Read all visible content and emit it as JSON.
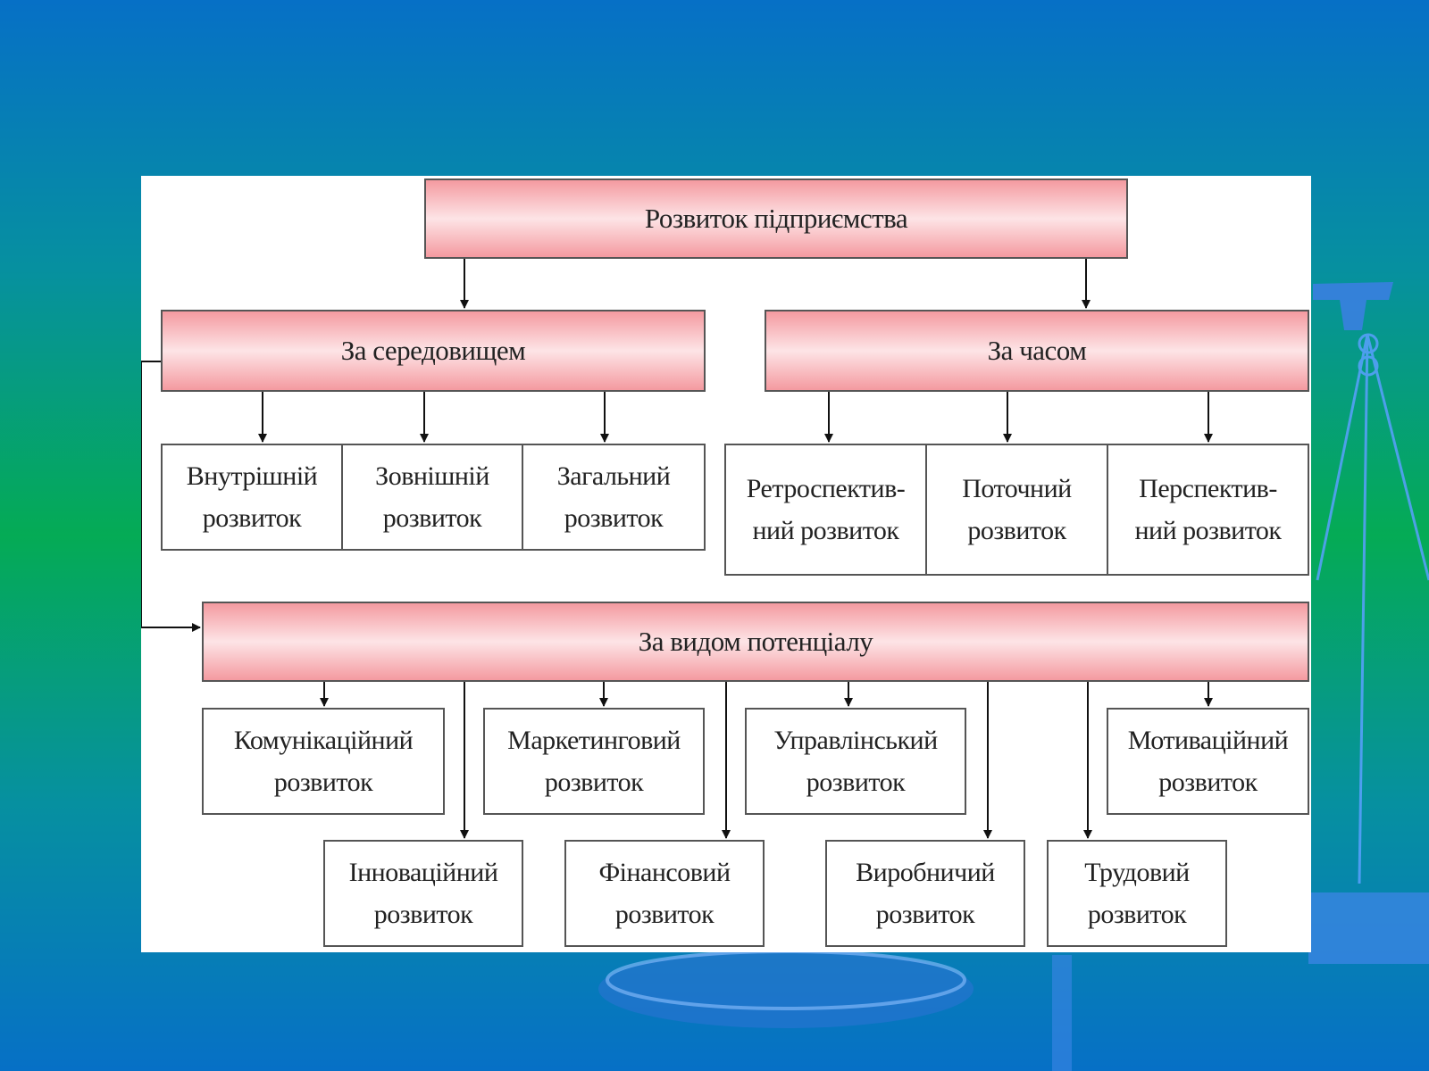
{
  "diagram": {
    "root": {
      "label": "Розвиток підприємства"
    },
    "environment": {
      "label": "За середовищем",
      "items": [
        {
          "line1": "Внутрішній",
          "line2": "розвиток"
        },
        {
          "line1": "Зовнішній",
          "line2": "розвиток"
        },
        {
          "line1": "Загальний",
          "line2": "розвиток"
        }
      ]
    },
    "time": {
      "label": "За часом",
      "items": [
        {
          "line1": "Ретроспектив-",
          "line2": "ний розвиток"
        },
        {
          "line1": "Поточний",
          "line2": "розвиток"
        },
        {
          "line1": "Перспектив-",
          "line2": "ний розвиток"
        }
      ]
    },
    "potential": {
      "label": "За видом потенціалу",
      "upper_items": [
        {
          "line1": "Комунікаційний",
          "line2": "розвиток"
        },
        {
          "line1": "Маркетинговий",
          "line2": "розвиток"
        },
        {
          "line1": "Управлінський",
          "line2": "розвиток"
        },
        {
          "line1": "Мотиваційний",
          "line2": "розвиток"
        }
      ],
      "lower_items": [
        {
          "line1": "Інноваційний",
          "line2": "розвиток"
        },
        {
          "line1": "Фінансовий",
          "line2": "розвиток"
        },
        {
          "line1": "Виробничий",
          "line2": "розвиток"
        },
        {
          "line1": "Трудовий",
          "line2": "розвиток"
        }
      ]
    }
  },
  "colors": {
    "header_fill": "#f49aa0",
    "header_highlight": "#fde4e6",
    "border": "#555555"
  }
}
